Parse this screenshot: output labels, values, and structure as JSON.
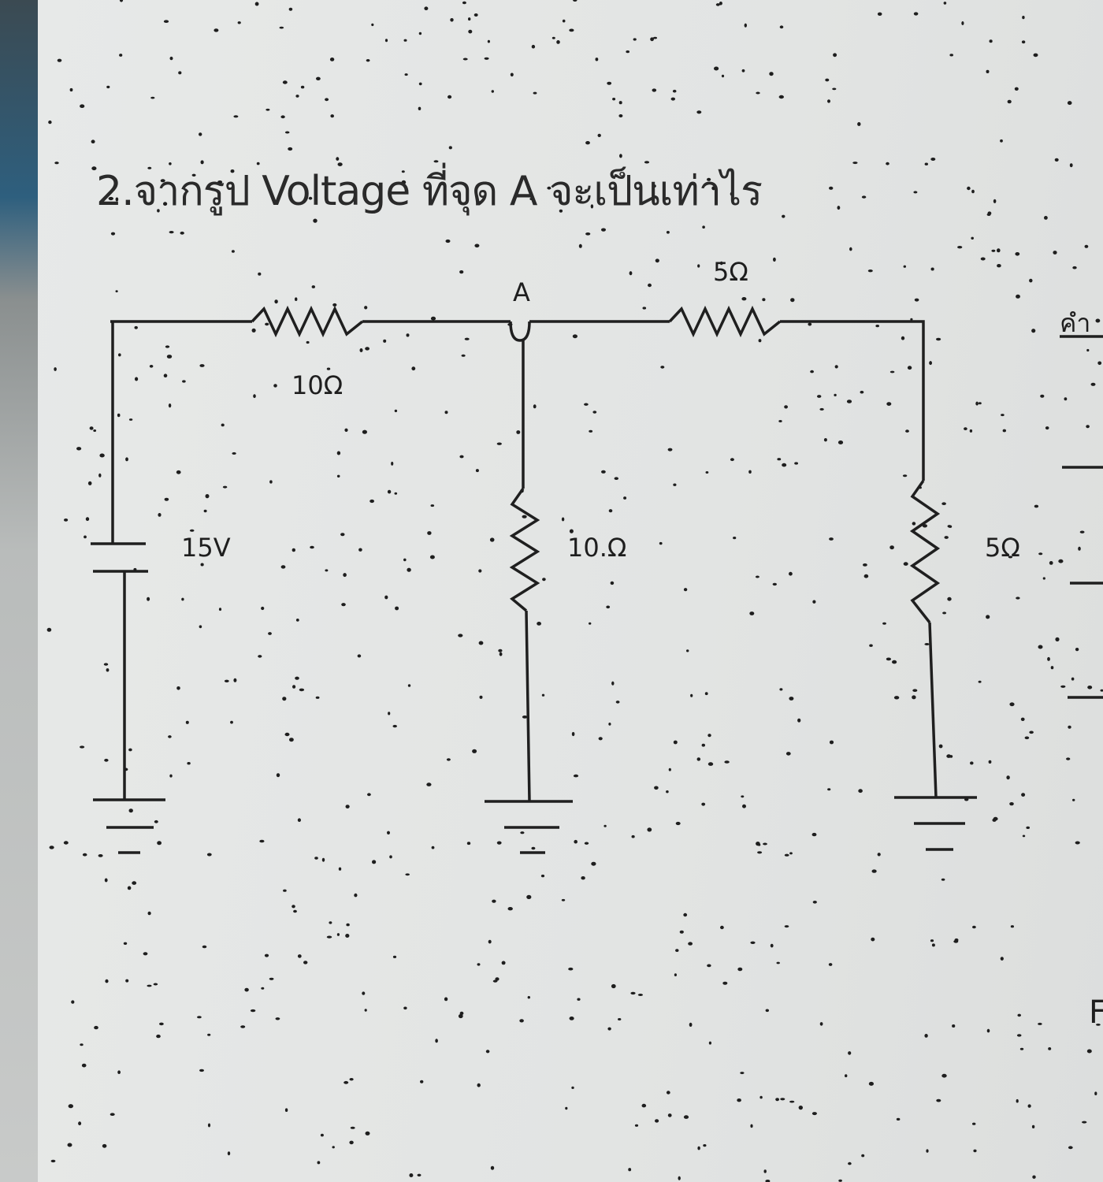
{
  "question": {
    "title": "2.จากรูป Voltage ที่จุด A จะเป็นเท่าไร"
  },
  "circuit": {
    "node_label": "A",
    "source": "15V",
    "r_series_left": "10Ω",
    "r_series_right": "5Ω",
    "r_shunt_middle": "10.Ω",
    "r_shunt_right": "5Ω"
  },
  "margin": {
    "heading": "คำ",
    "letter": "F"
  }
}
